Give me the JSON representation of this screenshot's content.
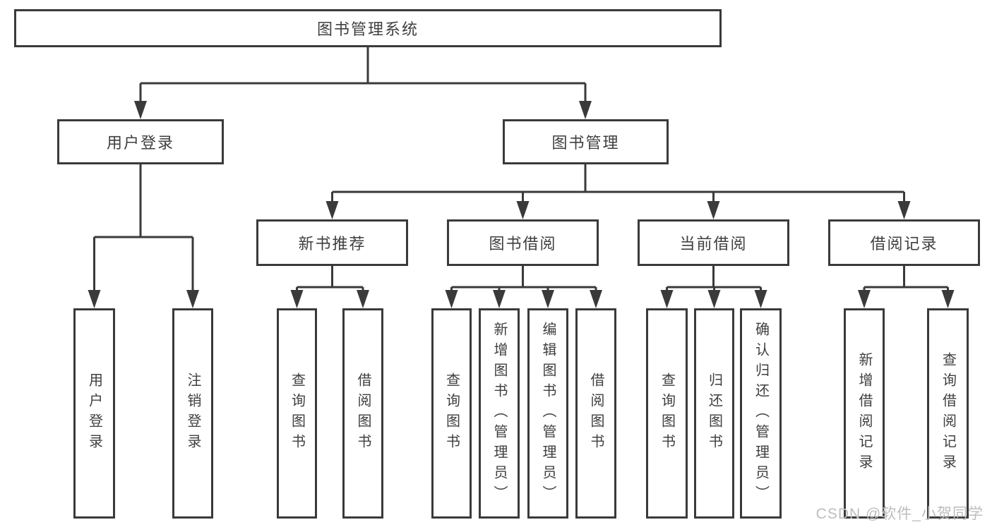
{
  "tree": {
    "root": "图书管理系统",
    "branches": [
      {
        "label": "用户登录",
        "children": [
          "用户登录",
          "注销登录"
        ]
      },
      {
        "label": "图书管理",
        "children": [
          {
            "label": "新书推荐",
            "children": [
              "查询图书",
              "借阅图书"
            ]
          },
          {
            "label": "图书借阅",
            "children": [
              "查询图书",
              "新增图书（管理员）",
              "编辑图书（管理员）",
              "借阅图书"
            ]
          },
          {
            "label": "当前借阅",
            "children": [
              "查询图书",
              "归还图书",
              "确认归还（管理员）"
            ]
          },
          {
            "label": "借阅记录",
            "children": [
              "新增借阅记录",
              "查询借阅记录"
            ]
          }
        ]
      }
    ]
  },
  "watermark": {
    "text": "CSDN @软件_小贺同学"
  },
  "colors": {
    "line": "#3a3a3a",
    "text": "#3f3f3f",
    "watermark": "#bdbdbd",
    "background": "#ffffff"
  }
}
